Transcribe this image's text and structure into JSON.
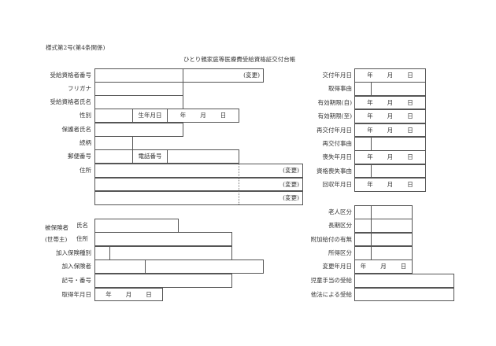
{
  "form_number": "様式第2号(第4条関係)",
  "title": "ひとり親家庭等医療費受給資格証交付台帳",
  "change": "(変更)",
  "ymd": {
    "year": "年",
    "month": "月",
    "day": "日"
  },
  "left": {
    "recipient_number": "受給資格者番号",
    "furigana": "フリガナ",
    "recipient_name": "受給資格者氏名",
    "sex": "性別",
    "birth_date": "生年月日",
    "guardian_name": "保護者氏名",
    "relationship": "続柄",
    "postal_code": "郵便番号",
    "phone": "電話番号",
    "address": "住所"
  },
  "insured": {
    "heading": "被保険者",
    "heading_sub": "(世帯主)",
    "name": "氏名",
    "address": "住所",
    "insurance_type": "加入保険種別",
    "insurer": "加入保険者",
    "symbol_number": "記号・番号",
    "acquired_date": "取得年月日"
  },
  "right": {
    "issue_date": "交付年月日",
    "acquire_reason": "取得事由",
    "valid_from": "有効期限(自)",
    "valid_to": "有効期限(至)",
    "reissue_date": "再交付年月日",
    "reissue_reason": "再交付事由",
    "loss_date": "喪失年月日",
    "loss_reason": "資格喪失事由",
    "recovery_date": "回収年月日",
    "elderly": "老人区分",
    "long_term": "長期区分",
    "additional_benefit": "附加給付の有無",
    "income": "所得区分",
    "change_date": "変更年月日",
    "child_allowance": "児童手当の受給",
    "other_law": "他法による受給"
  }
}
